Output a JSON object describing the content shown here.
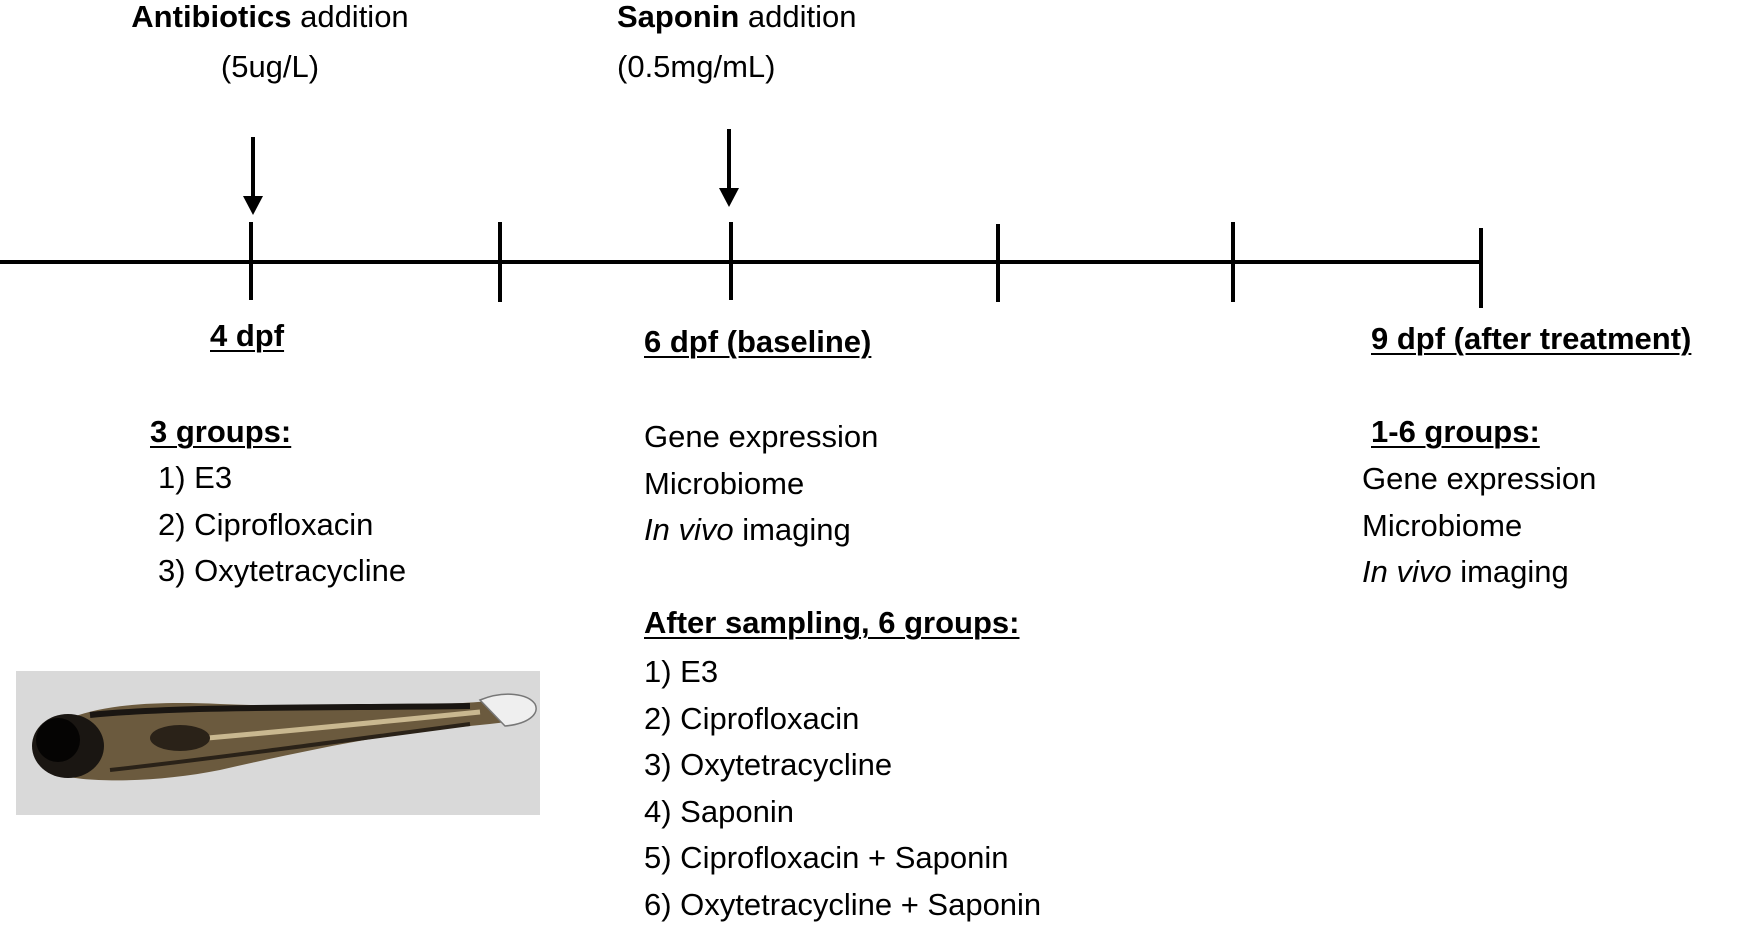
{
  "annotations": {
    "antibiotics": {
      "bold": "Antibiotics",
      "rest": " addition",
      "dose": "(5ug/L)"
    },
    "saponin": {
      "bold": "Saponin",
      "rest": " addition",
      "dose": "(0.5mg/mL)"
    }
  },
  "timepoints": {
    "day4": "4 dpf",
    "day6": "6 dpf (baseline)",
    "day9": "9 dpf (after treatment)"
  },
  "day4_groups": {
    "heading": "3 groups:",
    "items": [
      "1) E3",
      "2) Ciprofloxacin",
      "3) Oxytetracycline"
    ]
  },
  "day6_measurements": {
    "gene": "Gene expression",
    "microbiome": "Microbiome",
    "imaging_italic": "In vivo",
    "imaging_rest": " imaging"
  },
  "after_sampling": {
    "heading": "After sampling, 6 groups:",
    "items": [
      "1) E3",
      "2) Ciprofloxacin",
      "3) Oxytetracycline",
      "4) Saponin",
      "5) Ciprofloxacin + Saponin",
      "6) Oxytetracycline + Saponin"
    ]
  },
  "day9_groups": {
    "heading": "1-6 groups:",
    "gene": "Gene expression",
    "microbiome": "Microbiome",
    "imaging_italic": "In vivo",
    "imaging_rest": " imaging"
  },
  "colors": {
    "line": "#000000",
    "photo_bg": "#d9d9d9",
    "fish_dark": "#1a1612",
    "fish_body": "#6b5a3e"
  }
}
